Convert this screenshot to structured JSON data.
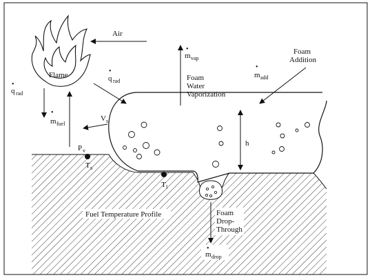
{
  "labels": {
    "flame": "Flame",
    "air": "Air",
    "q_rad_left": {
      "main": "q",
      "sub": "rad"
    },
    "q_rad_right": {
      "main": "q",
      "sub": "rad"
    },
    "m_fuel": {
      "main": "m",
      "sub": "fuel"
    },
    "v_s": {
      "main": "V",
      "sub": "s"
    },
    "p_v": {
      "main": "P",
      "sub": "v"
    },
    "t_s": {
      "main": "T",
      "sub": "s"
    },
    "t_l": {
      "main": "T",
      "sub": "l"
    },
    "m_vap": {
      "main": "m",
      "sub": "vap"
    },
    "foam_vaporization": [
      "Foam",
      "Water",
      "Vaporization"
    ],
    "foam_addition": [
      "Foam",
      "Addition"
    ],
    "m_add": {
      "main": "m",
      "sub": "add"
    },
    "h": "h",
    "fuel_temp_profile": "Fuel Temperature Profile",
    "foam_drop_through": [
      "Foam",
      "Drop-",
      "Through"
    ],
    "m_drop": {
      "main": "m",
      "sub": "drop"
    }
  },
  "icons": {
    "flame": "flame-icon",
    "surface_point": "filled-circle-icon"
  },
  "colors": {
    "line": "#111111",
    "background": "#ffffff"
  }
}
